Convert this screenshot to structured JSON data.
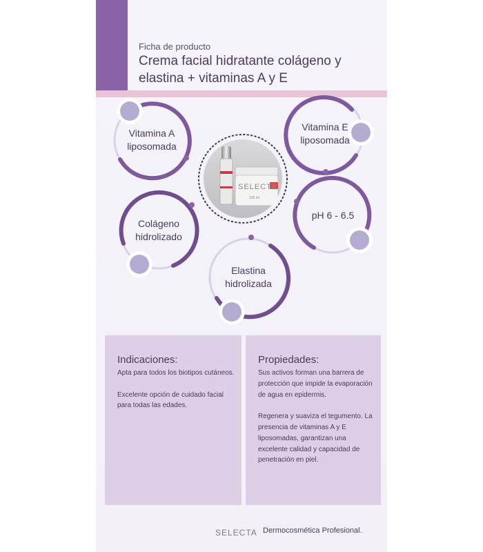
{
  "header": {
    "subtitle": "Ficha de producto",
    "title": "Crema facial hidratante colágeno y elastina + vitaminas A y E"
  },
  "features": [
    {
      "id": "vitamina-a",
      "label": "Vitamina A\nliposomada"
    },
    {
      "id": "vitamina-e",
      "label": "Vitamina E\nliposomada"
    },
    {
      "id": "colageno",
      "label": "Colágeno\nhidrolizado"
    },
    {
      "id": "ph",
      "label": "pH 6 - 6.5"
    },
    {
      "id": "elastina",
      "label": "Elastina\nhidrolizada"
    }
  ],
  "product_image": {
    "brand_text": "SELECTA",
    "jar_label": "100 ml"
  },
  "indicaciones": {
    "heading": "Indicaciones:",
    "text": "Apta para todos los biotipos cutáneos.\n\nExcelente opción de cuidado facial para todas las edades."
  },
  "propiedades": {
    "heading": "Propiedades:",
    "text": "Sus activos forman una barrera de protección que impide la evaporación de agua en epidermis.\n\nRegenera y suaviza el tegumento. La presencia de vitaminas A y E liposomadas, garantizan una excelente calidad y capacidad de penetración en piel."
  },
  "footer": {
    "brand": "SELECTA",
    "tagline": "Dermocosmética Profesional."
  },
  "colors": {
    "accent": "#8b64a8",
    "pink": "#e9c4d7",
    "box": "#dccfe6",
    "bubble": "#b6acd2"
  }
}
